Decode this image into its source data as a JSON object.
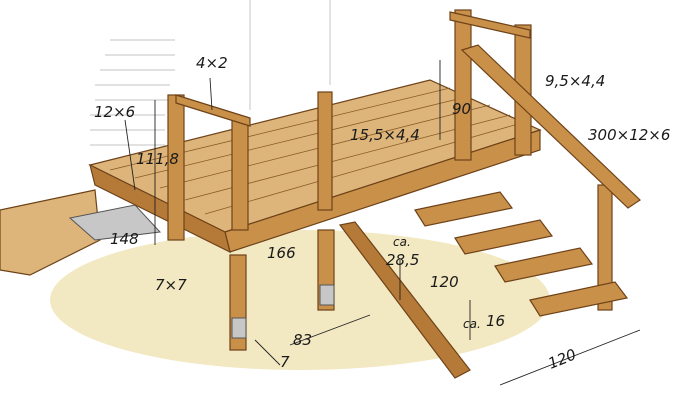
{
  "title": "Wooden deck with railing and stairs - dimension drawing",
  "colors": {
    "wood": "#c9904a",
    "wood_dark": "#6e4218",
    "ground": "#efe2b2",
    "wall": "#cfcfcf"
  },
  "dimensions": {
    "railing_rail": "4×2",
    "beam": "12×6",
    "railing_height": "111,8",
    "post_spacing_left": "148",
    "railing_right_height": "90",
    "deck_board": "15,5×4,4",
    "handrail": "9,5×4,4",
    "stringer": "300×12×6",
    "span": "166",
    "step_depth_prefix": "ca.",
    "step_depth": "28,5",
    "step_width": "120",
    "post": "7×7",
    "post_spacing": "83",
    "post_size": "7",
    "step_rise_prefix": "ca.",
    "step_rise": "16",
    "stair_width": "120"
  }
}
